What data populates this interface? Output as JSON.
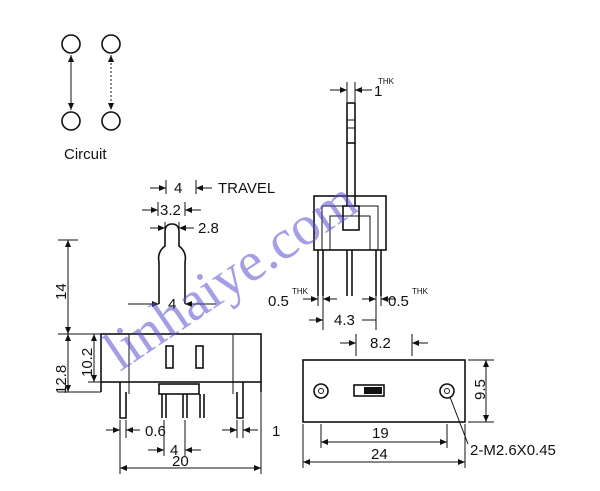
{
  "watermark": "linhaiye.com",
  "circuit_label": "Circuit",
  "travel_label": "TRAVEL",
  "thk_label": "THK",
  "hole_label": "2-M2.6X0.45",
  "dims": {
    "travel": "4",
    "d3_2": "3.2",
    "d2_8": "2.8",
    "d14": "14",
    "d4_act": "4",
    "d12_8": "12.8",
    "d10_2": "10.2",
    "d0_6": "0.6",
    "d1": "1",
    "d4_pin": "4",
    "d20": "20",
    "d1_thk": "1",
    "d0_5_left": "0.5",
    "d0_5_right": "0.5",
    "d4_3": "4.3",
    "d8_2": "8.2",
    "d9_5": "9.5",
    "d19": "19",
    "d24": "24"
  }
}
